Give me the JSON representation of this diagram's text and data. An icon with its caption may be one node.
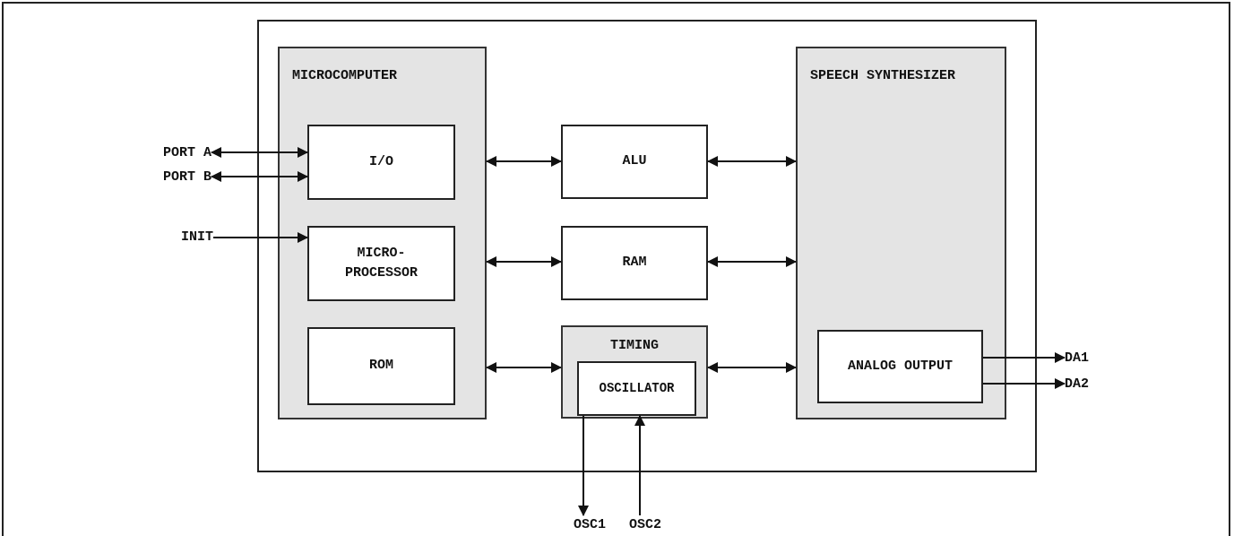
{
  "diagram": {
    "nodes": [
      {
        "text": [],
        "shape": "box"
      },
      {
        "text": [
          "MICROCOMPUTER"
        ],
        "in": 0
      },
      {
        "text": [
          "I/O"
        ],
        "in": 1
      },
      {
        "text": [
          "MICRO- PROCESSOR"
        ],
        "in": 1
      },
      {
        "text": [
          "ROM"
        ],
        "in": 1
      },
      {
        "text": [
          "ALU"
        ],
        "in": 0
      },
      {
        "text": [
          "RAM"
        ],
        "in": 0
      },
      {
        "text": [
          "TIMING"
        ],
        "in": 0
      },
      {
        "text": [
          "OSCILLATOR"
        ],
        "in": 7
      },
      {
        "text": [
          "SPEECH SYNTHESIZER"
        ],
        "in": 0
      },
      {
        "text": [
          "ANALOG OUTPUT"
        ],
        "in": 9
      },
      {
        "text": [
          "PORT A"
        ]
      },
      {
        "text": [
          "PORT B"
        ]
      },
      {
        "text": [
          "INIT"
        ]
      },
      {
        "text": [
          "DA1"
        ]
      },
      {
        "text": [
          "DA2"
        ]
      },
      {
        "text": [
          "OSC1"
        ]
      },
      {
        "text": [
          "OSC2"
        ]
      }
    ],
    "edges": [
      {
        "from": 11,
        "to": 2,
        "arrow": "both"
      },
      {
        "from": 12,
        "to": 2,
        "arrow": "both"
      },
      {
        "from": 13,
        "to": 3,
        "arrow": "to"
      },
      {
        "from": 1,
        "to": 5,
        "arrow": "both"
      },
      {
        "from": 1,
        "to": 6,
        "arrow": "both"
      },
      {
        "from": 1,
        "to": 7,
        "arrow": "both"
      },
      {
        "from": 5,
        "to": 9,
        "arrow": "both"
      },
      {
        "from": 6,
        "to": 9,
        "arrow": "both"
      },
      {
        "from": 7,
        "to": 9,
        "arrow": "both"
      },
      {
        "from": 10,
        "to": 14,
        "arrow": "to"
      },
      {
        "from": 10,
        "to": 15,
        "arrow": "to"
      },
      {
        "from": 8,
        "to": 16,
        "arrow": "to"
      },
      {
        "from": 17,
        "to": 8,
        "arrow": "to"
      }
    ]
  }
}
